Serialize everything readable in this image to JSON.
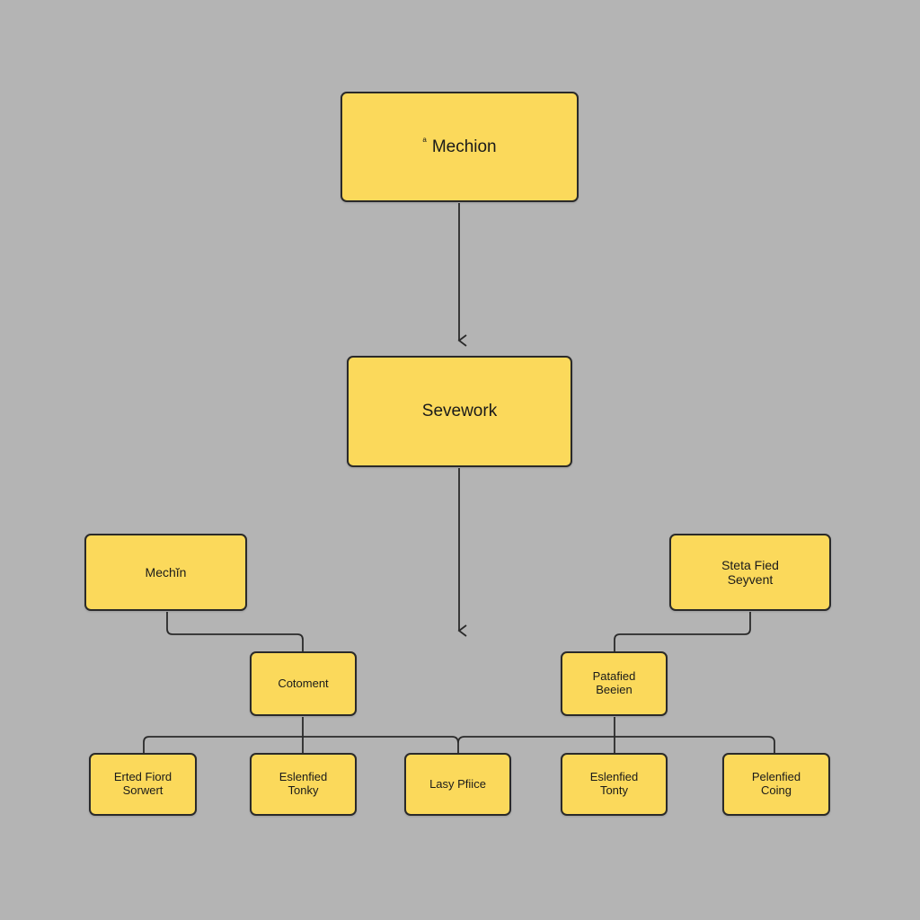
{
  "nodes": {
    "top": {
      "marker": "a",
      "label": "Mechion"
    },
    "second": {
      "label": "Sevework"
    },
    "left": {
      "label": "Mechĭn"
    },
    "right": {
      "label": "Steta Fied\nSeyvent"
    },
    "cotoment": {
      "label": "Cotoment"
    },
    "patafied": {
      "label": "Patafied\nBeeien"
    },
    "bottom": [
      {
        "label": "Erted Fiord\nSorwert"
      },
      {
        "label": "Eslenfied\nTonky"
      },
      {
        "label": "Lasy Pfiice"
      },
      {
        "label": "Eslenfied\nTonty"
      },
      {
        "label": "Pelenfied\nCoing"
      }
    ]
  },
  "colors": {
    "background": "#b4b4b4",
    "node_fill": "#fbd95b",
    "node_border": "#2a2a2a",
    "connector": "#2a2a2a"
  }
}
